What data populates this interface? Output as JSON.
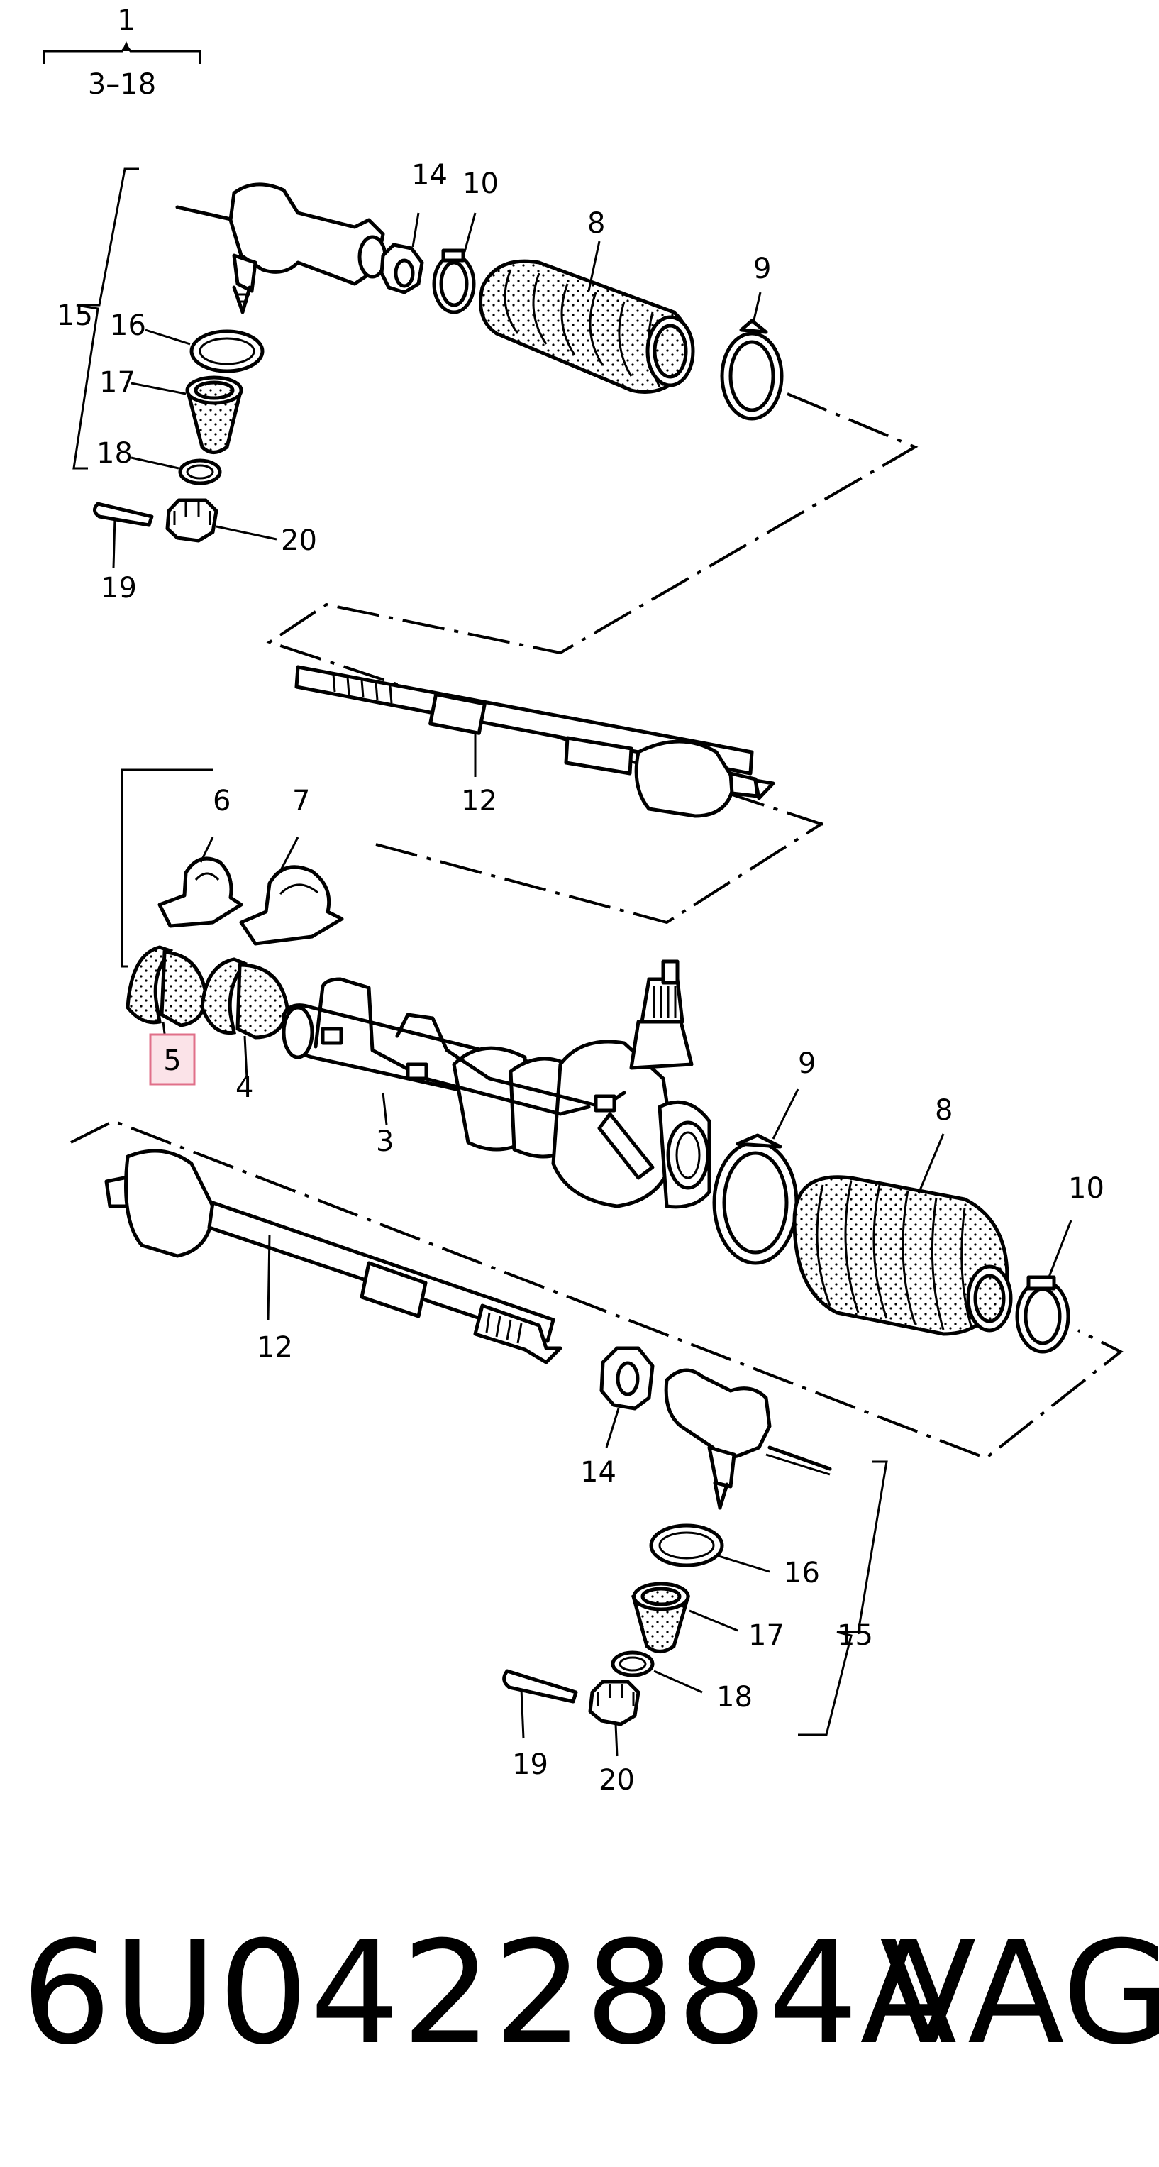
{
  "header": {
    "ref_number": "1",
    "ref_range": "3–18"
  },
  "callouts": {
    "top_tie_rod_end_group": "15",
    "top_nut": "14",
    "top_clip": "10",
    "top_boot": "8",
    "top_clamp": "9",
    "top_seal_ring": "16",
    "top_dust_cap": "17",
    "top_small_ring": "18",
    "top_split_pin": "19",
    "top_castle_nut": "20",
    "upper_tie_rod": "12",
    "clamp_a": "6",
    "clamp_b": "7",
    "mount_bush_left": "5",
    "mount_bush_right": "4",
    "steering_rack": "3",
    "lower_clamp": "9",
    "lower_boot": "8",
    "lower_clip": "10",
    "lower_tie_rod": "12",
    "lower_nut": "14",
    "lower_seal_ring": "16",
    "lower_dust_cap": "17",
    "lower_tie_rod_end_group": "15",
    "lower_small_ring": "18",
    "lower_split_pin": "19",
    "lower_castle_nut": "20"
  },
  "highlight": {
    "label": "5",
    "border_color": "#e0708a",
    "fill_color": "#fbe3e8"
  },
  "footer": {
    "part_number": "6U0422884A",
    "brand": "VAG"
  }
}
